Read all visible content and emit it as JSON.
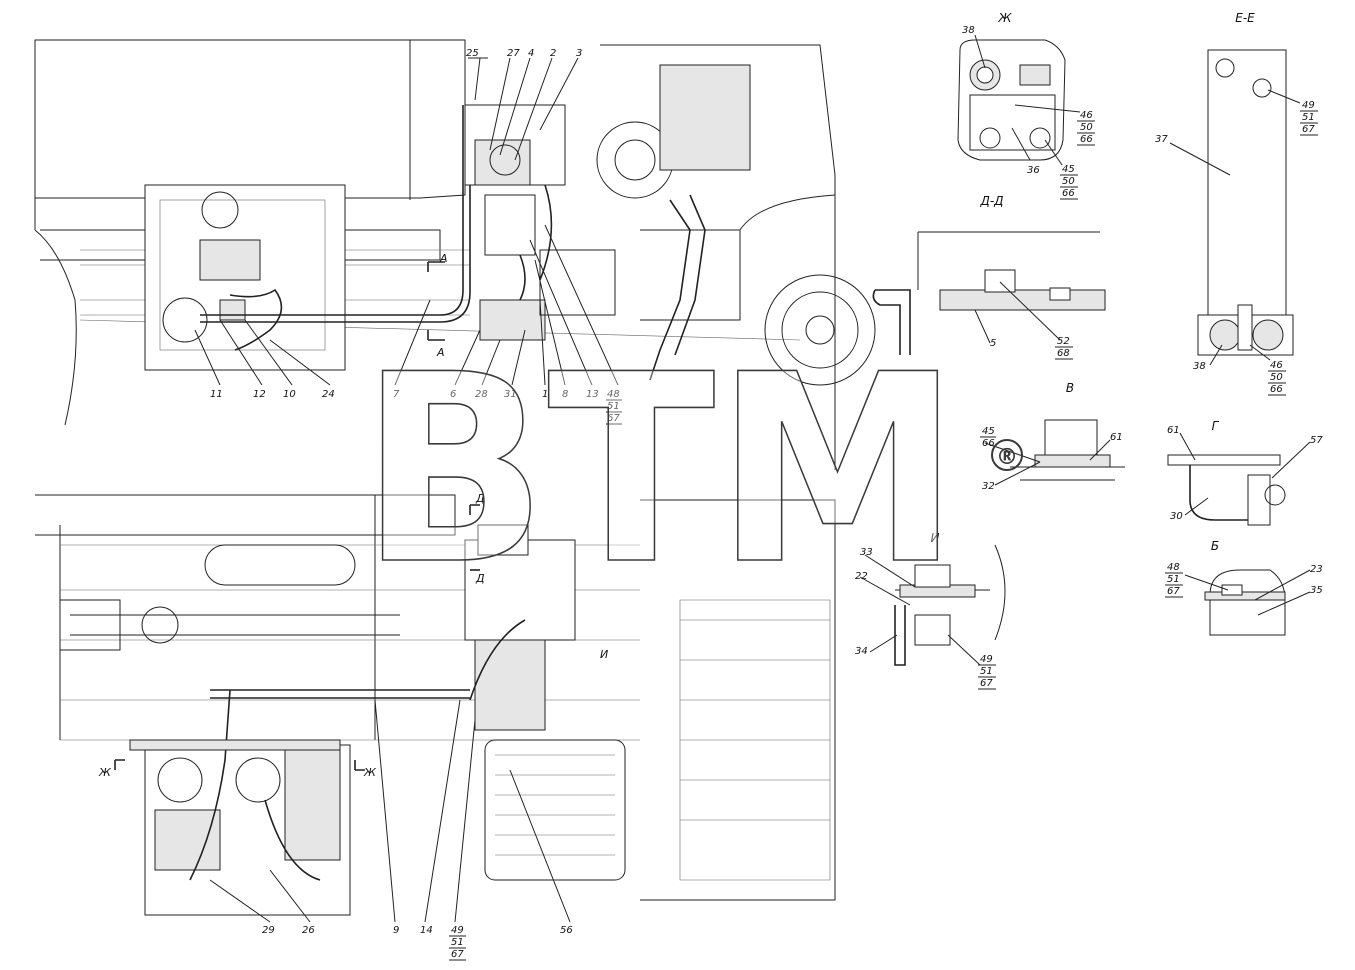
{
  "watermark": {
    "text": "BTM",
    "mark": "®"
  },
  "section_titles": {
    "zh": "Ж",
    "ee": "Е-Е",
    "dd": "Д-Д",
    "v": "В",
    "g": "Г",
    "i": "И",
    "b": "Б"
  },
  "section_marks": {
    "a_top": "А",
    "a_bottom": "А",
    "d_top": "Д",
    "d_bottom": "Д",
    "zh_left": "Ж",
    "zh_right": "Ж",
    "i_mark": "И"
  },
  "callouts": {
    "c25": "25",
    "c27": "27",
    "c4": "4",
    "c2": "2",
    "c3": "3",
    "c11": "11",
    "c12": "12",
    "c10": "10",
    "c24": "24",
    "c7": "7",
    "c6": "6",
    "c28": "28",
    "c31": "31",
    "c1": "1",
    "c8": "8",
    "c13": "13",
    "c48": "48",
    "c51": "51",
    "c67": "67",
    "c29": "29",
    "c26": "26",
    "c9": "9",
    "c14": "14",
    "c49b": "49",
    "c51b": "51",
    "c67b": "67",
    "c56": "56",
    "zh38": "38",
    "zh46": "46",
    "zh50": "50",
    "zh66": "66",
    "zh36": "36",
    "zh45": "45",
    "zh50b": "50",
    "zh66b": "66",
    "ee49": "49",
    "ee51": "51",
    "ee67": "67",
    "ee37": "37",
    "ee38": "38",
    "ee46": "46",
    "ee50": "50",
    "ee66": "66",
    "dd5": "5",
    "dd52": "52",
    "dd68": "68",
    "v45": "45",
    "v66": "66",
    "v61": "61",
    "v32": "32",
    "g61": "61",
    "g57": "57",
    "g30": "30",
    "i33": "33",
    "i22": "22",
    "i34": "34",
    "i49": "49",
    "i51": "51",
    "i67": "67",
    "b48": "48",
    "b51": "51",
    "b67": "67",
    "b23": "23",
    "b35": "35"
  },
  "colors": {
    "line": "#222222",
    "fill": "#e6e6e6",
    "background": "#ffffff"
  }
}
